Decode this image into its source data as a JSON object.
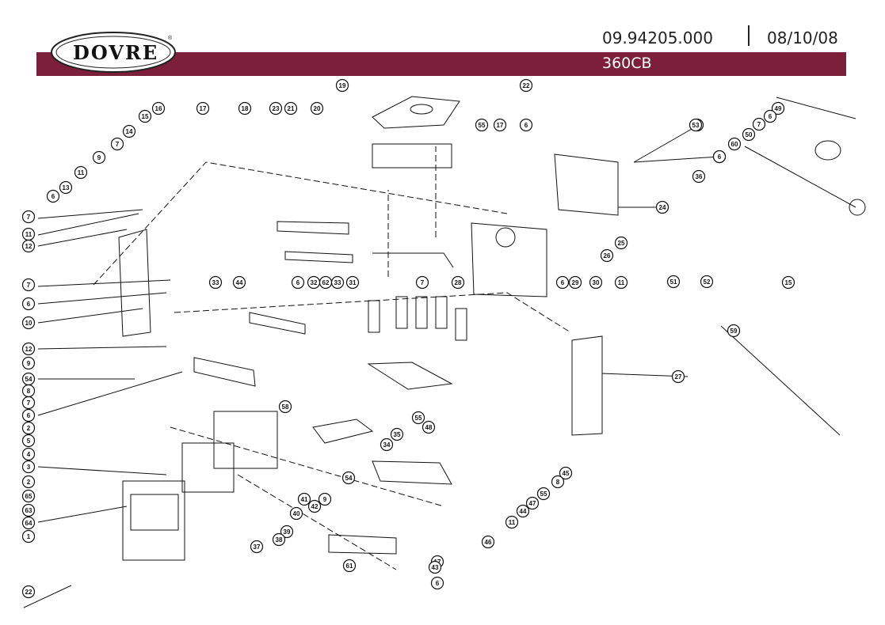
{
  "header": {
    "logo_text": "DOVRE",
    "part_number": "09.94205.000",
    "date": "08/10/08",
    "model": "360CB"
  },
  "colors": {
    "brand_bar": "#7b1f3a",
    "line": "#111111"
  },
  "callouts": [
    "19",
    "22",
    "16",
    "17",
    "18",
    "23",
    "21",
    "20",
    "55",
    "17",
    "6",
    "15",
    "14",
    "7",
    "9",
    "11",
    "13",
    "6",
    "7",
    "11",
    "12",
    "6",
    "7",
    "7",
    "6",
    "10",
    "33",
    "44",
    "6",
    "32",
    "62",
    "33",
    "31",
    "7",
    "28",
    "6",
    "29",
    "30",
    "11",
    "12",
    "9",
    "54",
    "8",
    "7",
    "6",
    "2",
    "5",
    "4",
    "3",
    "2",
    "65",
    "63",
    "64",
    "1",
    "58",
    "34",
    "35",
    "48",
    "55",
    "54",
    "55",
    "47",
    "44",
    "11",
    "46",
    "45",
    "8",
    "9",
    "42",
    "41",
    "40",
    "39",
    "38",
    "37",
    "61",
    "17",
    "6",
    "43",
    "22",
    "36",
    "24",
    "25",
    "26",
    "27",
    "49",
    "6",
    "7",
    "50",
    "60",
    "51",
    "52",
    "15",
    "59",
    "53",
    "6",
    "7"
  ]
}
